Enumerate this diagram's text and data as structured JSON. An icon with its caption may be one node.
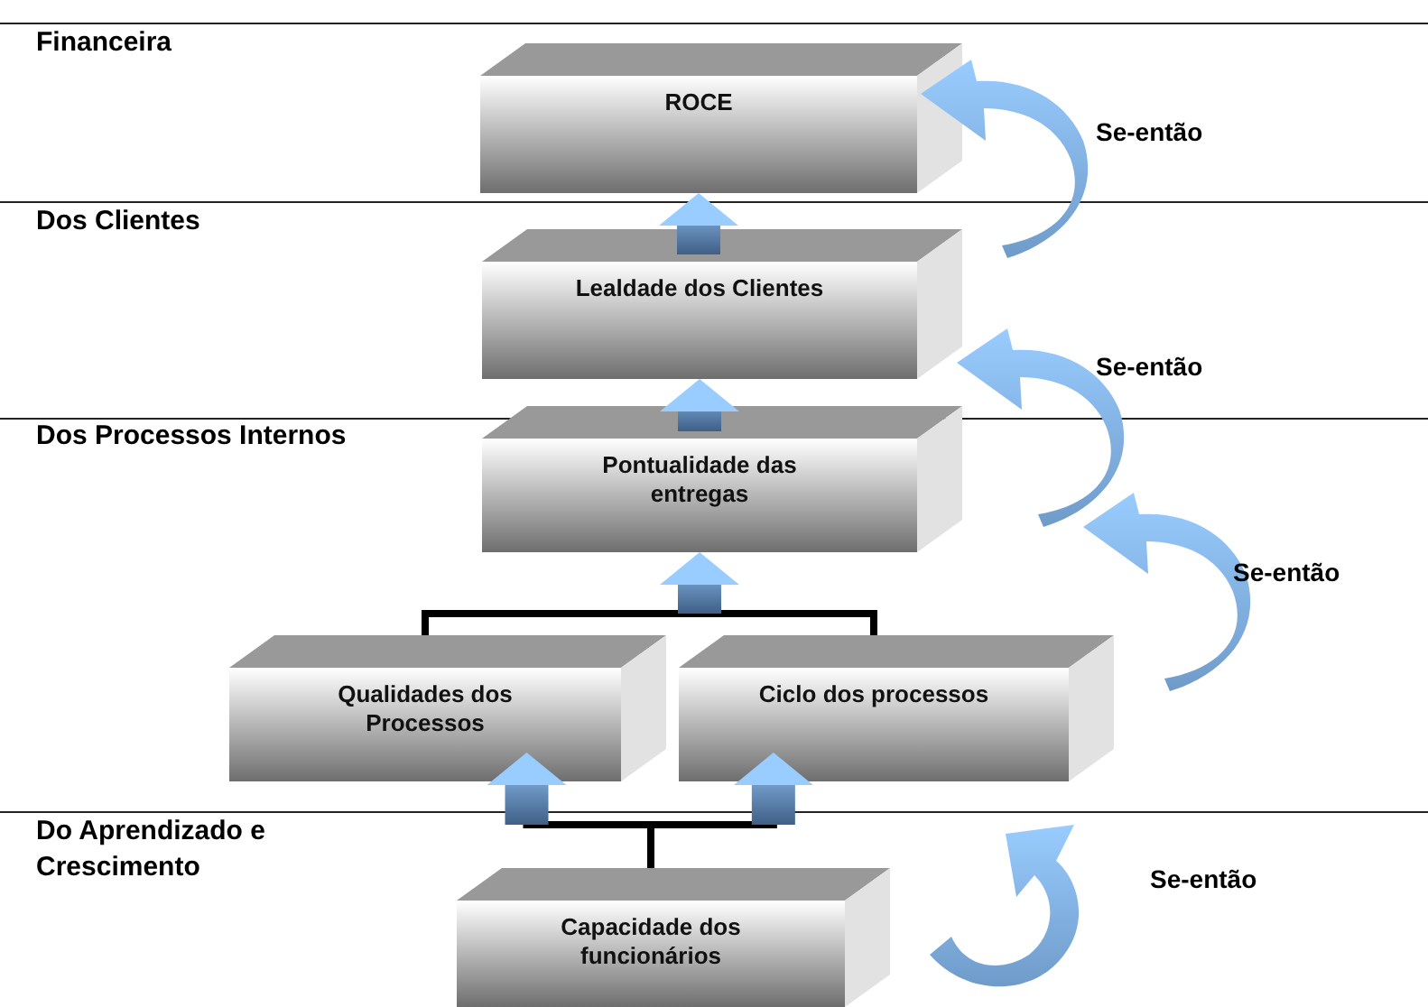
{
  "diagram": {
    "nodes": [
      {
        "text": [
          "ROCE"
        ]
      },
      {
        "text": [
          "Lealdade dos Clientes"
        ]
      },
      {
        "text": [
          "Pontualidade das entregas"
        ]
      },
      {
        "text": [
          "Qualidades dos Processos"
        ]
      },
      {
        "text": [
          "Ciclo dos processos"
        ]
      },
      {
        "text": [
          "Capacidade dos funcionários"
        ]
      }
    ],
    "edges": [
      {
        "from": 1,
        "to": 0,
        "arrow": "to"
      },
      {
        "from": 2,
        "to": 1,
        "arrow": "to"
      },
      {
        "from": 3,
        "to": 2,
        "arrow": "to"
      },
      {
        "from": 4,
        "to": 2,
        "arrow": "to"
      },
      {
        "from": 5,
        "to": 3,
        "arrow": "to"
      },
      {
        "from": 5,
        "to": 4,
        "arrow": "to"
      }
    ],
    "labels": [
      "Financeira",
      "Se-então",
      "Dos Clientes",
      "Se-então",
      "Dos Processos Internos",
      "Se-então",
      "Do Aprendizado e Crescimento",
      "Se-então"
    ]
  }
}
